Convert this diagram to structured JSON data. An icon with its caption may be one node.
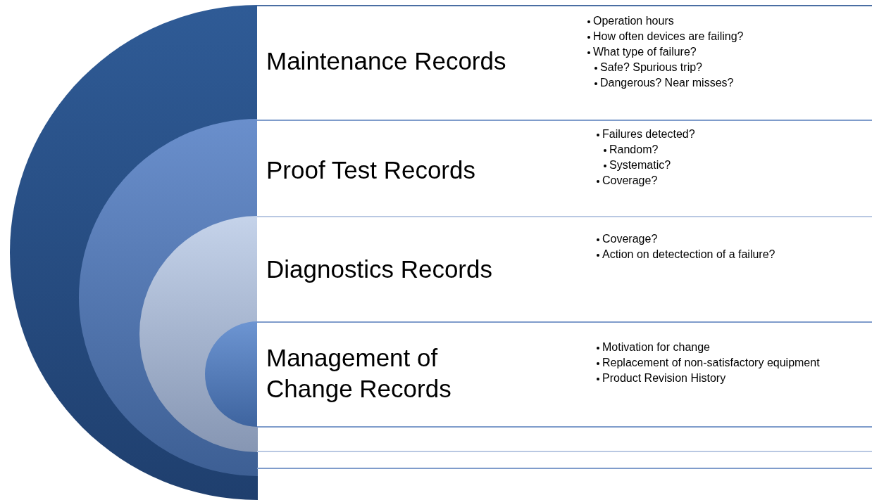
{
  "diagram": {
    "nodes": [
      {
        "text": [
          "Maintenance Records",
          "Operation hours",
          "How often devices are failing?",
          "What type of failure?",
          "Safe? Spurious trip?",
          "Dangerous? Near misses?"
        ]
      },
      {
        "text": [
          "Proof Test Records",
          "Failures detected?",
          "Random?",
          "Systematic?",
          "Coverage?"
        ]
      },
      {
        "text": [
          "Diagnostics Records",
          "Coverage?",
          "Action on detectection of a failure?"
        ]
      },
      {
        "text": [
          "Management of Change Records",
          "Motivation for change",
          "Replacement of non-satisfactory equipment",
          "Product Revision History"
        ]
      }
    ]
  }
}
